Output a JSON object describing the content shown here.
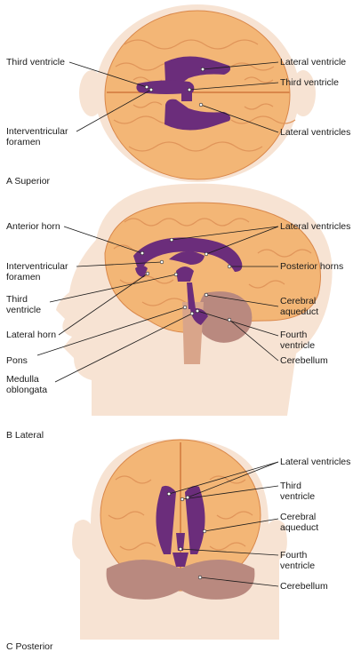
{
  "panels": {
    "superior": {
      "caption": "A Superior",
      "labels": {
        "third_ventricle_left": "Third ventricle",
        "lateral_ventricle": "Lateral ventricle",
        "third_ventricle_right": "Third ventricle",
        "interventricular_foramen": "Interventricular foramen",
        "lateral_ventricles": "Lateral ventricles"
      }
    },
    "lateral": {
      "caption": "B Lateral",
      "labels": {
        "anterior_horn": "Anterior horn",
        "lateral_ventricles": "Lateral ventricles",
        "interventricular_foramen": "Interventricular foramen",
        "posterior_horns": "Posterior horns",
        "third_ventricle": "Third ventricle",
        "cerebral_aqueduct": "Cerebral aqueduct",
        "lateral_horn": "Lateral horn",
        "fourth_ventricle": "Fourth ventricle",
        "pons": "Pons",
        "cerebellum": "Cerebellum",
        "medulla_oblongata": "Medulla oblongata"
      }
    },
    "posterior": {
      "caption": "C Posterior",
      "labels": {
        "lateral_ventricles": "Lateral ventricles",
        "third_ventricle": "Third ventricle",
        "cerebral_aqueduct": "Cerebral aqueduct",
        "fourth_ventricle": "Fourth ventricle",
        "cerebellum": "Cerebellum"
      }
    }
  },
  "colors": {
    "brain": "#f3b676",
    "brain_fold": "#e0955a",
    "skin": "#f7e3d3",
    "ventricle": "#6b2d7b",
    "cerebellum": "#b9897f",
    "leader_line": "#1a1a1a"
  }
}
